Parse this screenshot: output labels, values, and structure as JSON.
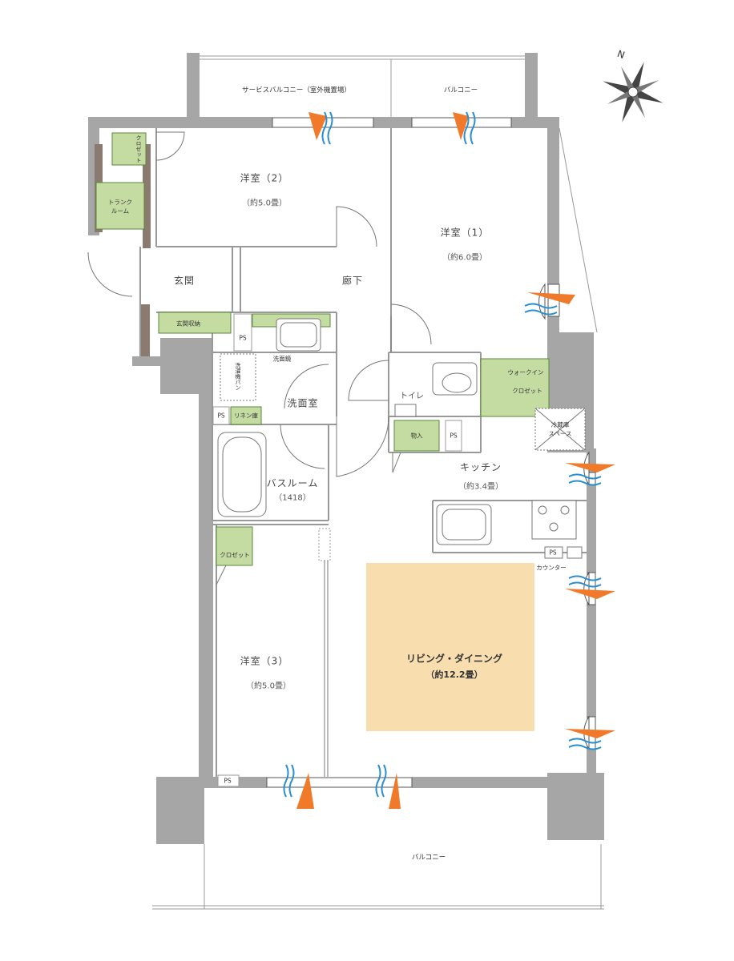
{
  "labels": {
    "service_balcony": "サービスバルコニー（室外機置場）",
    "balcony_top": "バルコニー",
    "balcony_bottom": "バルコニー",
    "closet_top": "クロゼット",
    "trunk_room": "トランク\nルーム",
    "western2": "洋室（2）",
    "western2_size": "（約5.0畳）",
    "western1": "洋室（1）",
    "western1_size": "（約6.0畳）",
    "entrance": "玄関",
    "hallway": "廊下",
    "entrance_storage": "玄関収納",
    "ps1": "PS",
    "ps2": "PS",
    "ps3": "PS",
    "ps4": "PS",
    "ps5": "PS",
    "washbasin": "洗面鏡",
    "washer_pan": "洗濯機パン",
    "washroom": "洗面室",
    "linen": "リネン庫",
    "toilet": "トイレ",
    "walkin1": "ウォークイン",
    "walkin2": "クロゼット",
    "storage": "物入",
    "fridge": "冷蔵庫\nスペース",
    "kitchen": "キッチン",
    "kitchen_size": "（約3.4畳）",
    "bathroom": "バスルーム",
    "bathroom_size": "（1418）",
    "closet3": "クロゼット",
    "counter": "カウンター",
    "western3": "洋室（3）",
    "western3_size": "（約5.0畳）",
    "living": "リビング・ダイニング",
    "living_size": "（約12.2畳）",
    "compass_n": "N"
  },
  "colors": {
    "wall": "#a6a6a6",
    "storage_green": "#c4dba2",
    "storage_border": "#5a8a3a",
    "living_fill": "#f8deae",
    "arrow_orange": "#f07a2a",
    "arrow_blue": "#2a8fd0"
  }
}
